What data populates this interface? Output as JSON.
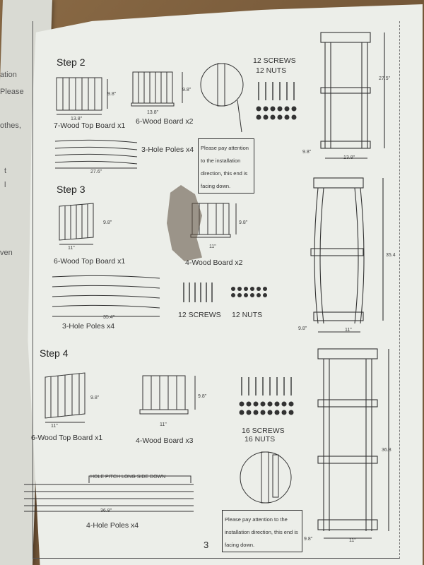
{
  "left_page": {
    "fragments": [
      "ation",
      "Please",
      "othes,",
      "t",
      "l",
      "ven"
    ]
  },
  "step2": {
    "title": "Step 2",
    "top_board": {
      "label": "7-Wood Top Board x1",
      "width": "13.8\"",
      "height": "9.8\""
    },
    "wood_board": {
      "label": "6-Wood Board x2",
      "width": "13.8\"",
      "height": "9.8\""
    },
    "poles": {
      "label": "3-Hole Poles x4",
      "length": "27.6\""
    },
    "screws": "12 SCREWS",
    "nuts": "12 NUTS",
    "note": "Please pay attention to the installation direction, this end is facing down.",
    "shelf": {
      "height": "27.5\"",
      "depth": "9.8\"",
      "width": "13.8\""
    }
  },
  "step3": {
    "title": "Step 3",
    "top_board": {
      "label": "6-Wood Top Board x1",
      "width": "11\"",
      "height": "9.8\""
    },
    "wood_board": {
      "label": "4-Wood Board x2",
      "width": "11\"",
      "height": "9.8\""
    },
    "poles": {
      "label": "3-Hole Poles x4",
      "length": "35.4\""
    },
    "screws": "12 SCREWS",
    "nuts": "12 NUTS",
    "shelf": {
      "height": "35.4",
      "depth": "9.8\"",
      "width": "11\""
    }
  },
  "step4": {
    "title": "Step 4",
    "top_board": {
      "label": "6-Wood Top Board x1",
      "width": "11\"",
      "height": "9.8\""
    },
    "wood_board": {
      "label": "4-Wood Board x3",
      "width": "11\"",
      "height": "9.8\""
    },
    "poles": {
      "label": "4-Hole Poles x4",
      "length": "36.8\"",
      "pitch_note": "HOLE PITCH LONG SIDE DOWN"
    },
    "screws": "16 SCREWS",
    "nuts": "16 NUTS",
    "note": "Please pay attention to the installation direction, this end is facing down.",
    "shelf": {
      "height": "36.8",
      "depth": "9.8\"",
      "width": "11\""
    }
  },
  "page_number": "3",
  "colors": {
    "sheet": "#eceee9",
    "ink": "#2b2b2b",
    "cardboard": "#7a5c3c"
  }
}
